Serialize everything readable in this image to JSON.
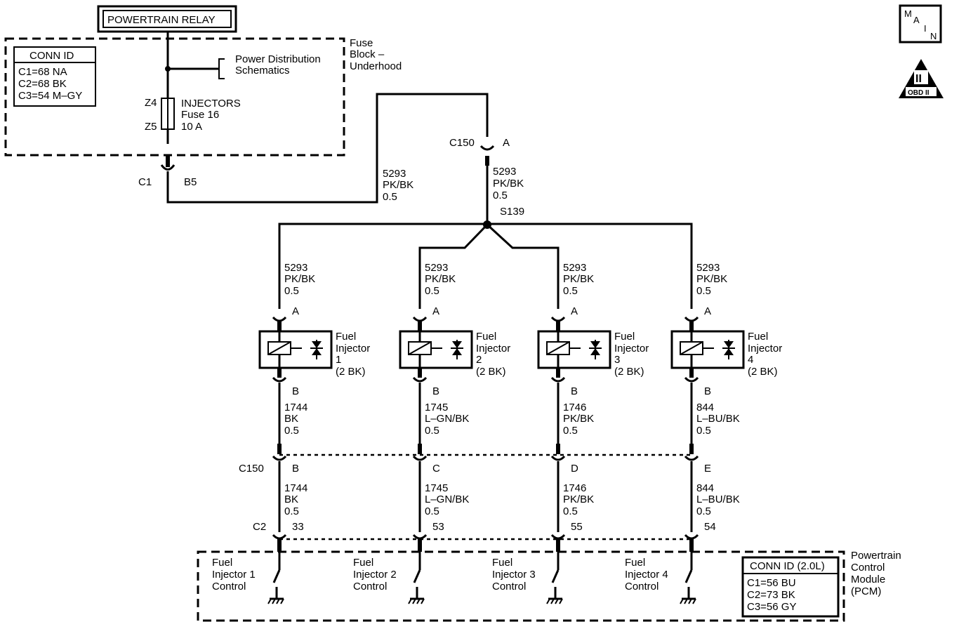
{
  "powertrain_relay": "POWERTRAIN RELAY",
  "fuse_block_conn": {
    "title": "CONN ID",
    "lines": [
      "C1=68 NA",
      "C2=68 BK",
      "C3=54 M–GY"
    ]
  },
  "fuse_block_label": [
    "Fuse",
    "Block –",
    "Underhood"
  ],
  "power_distribution": [
    "Power Distribution",
    "Schematics"
  ],
  "fuse": {
    "name": "INJECTORS",
    "number": "Fuse 16",
    "rating": "10 A",
    "terminal_top": "Z4",
    "terminal_bottom": "Z5"
  },
  "c1_connector": {
    "name": "C1",
    "pin": "B5"
  },
  "wire_after_fuse": {
    "circuit": "5293",
    "color": "PK/BK",
    "size": "0.5"
  },
  "c150_a": {
    "name": "C150",
    "pin": "A"
  },
  "wire_after_c150": {
    "circuit": "5293",
    "color": "PK/BK",
    "size": "0.5"
  },
  "splice": "S139",
  "injectors": [
    {
      "feed": {
        "circuit": "5293",
        "color": "PK/BK",
        "size": "0.5"
      },
      "pin_a": "A",
      "pin_b": "B",
      "label": [
        "Fuel",
        "Injector",
        "1",
        "(2 BK)"
      ],
      "out": {
        "circuit": "1744",
        "color": "BK",
        "size": "0.5"
      },
      "c150_pin": "B",
      "pcm_wire": {
        "circuit": "1744",
        "color": "BK",
        "size": "0.5"
      },
      "pcm_pin": "33",
      "pcm_label": [
        "Fuel",
        "Injector 1",
        "Control"
      ]
    },
    {
      "feed": {
        "circuit": "5293",
        "color": "PK/BK",
        "size": "0.5"
      },
      "pin_a": "A",
      "pin_b": "B",
      "label": [
        "Fuel",
        "Injector",
        "2",
        "(2 BK)"
      ],
      "out": {
        "circuit": "1745",
        "color": "L–GN/BK",
        "size": "0.5"
      },
      "c150_pin": "C",
      "pcm_wire": {
        "circuit": "1745",
        "color": "L–GN/BK",
        "size": "0.5"
      },
      "pcm_pin": "53",
      "pcm_label": [
        "Fuel",
        "Injector 2",
        "Control"
      ]
    },
    {
      "feed": {
        "circuit": "5293",
        "color": "PK/BK",
        "size": "0.5"
      },
      "pin_a": "A",
      "pin_b": "B",
      "label": [
        "Fuel",
        "Injector",
        "3",
        "(2 BK)"
      ],
      "out": {
        "circuit": "1746",
        "color": "PK/BK",
        "size": "0.5"
      },
      "c150_pin": "D",
      "pcm_wire": {
        "circuit": "1746",
        "color": "PK/BK",
        "size": "0.5"
      },
      "pcm_pin": "55",
      "pcm_label": [
        "Fuel",
        "Injector 3",
        "Control"
      ]
    },
    {
      "feed": {
        "circuit": "5293",
        "color": "PK/BK",
        "size": "0.5"
      },
      "pin_a": "A",
      "pin_b": "B",
      "label": [
        "Fuel",
        "Injector",
        "4",
        "(2 BK)"
      ],
      "out": {
        "circuit": "844",
        "color": "L–BU/BK",
        "size": "0.5"
      },
      "c150_pin": "E",
      "pcm_wire": {
        "circuit": "844",
        "color": "L–BU/BK",
        "size": "0.5"
      },
      "pcm_pin": "54",
      "pcm_label": [
        "Fuel",
        "Injector 4",
        "Control"
      ]
    }
  ],
  "c150_lower": "C150",
  "c2_connector": "C2",
  "pcm_conn": {
    "title": "CONN ID (2.0L)",
    "lines": [
      "C1=56 BU",
      "C2=73 BK",
      "C3=56 GY"
    ]
  },
  "pcm_label": [
    "Powertrain",
    "Control",
    "Module",
    "(PCM)"
  ],
  "main_icon": {
    "letters": [
      "M",
      "A",
      "I",
      "N"
    ]
  },
  "obd_icon": {
    "numeral": "II",
    "text": "OBD II"
  }
}
